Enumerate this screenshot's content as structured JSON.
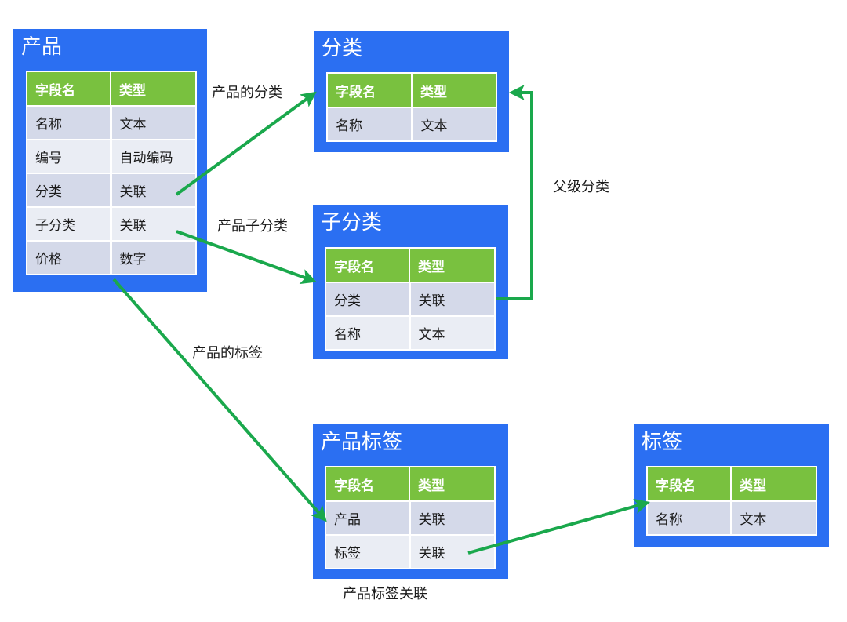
{
  "colors": {
    "entity_bg": "#2b6ff2",
    "header_bg": "#79c13f",
    "arrow": "#1aa84c"
  },
  "entities": {
    "product": {
      "title": "产品",
      "header": [
        "字段名",
        "类型"
      ],
      "rows": [
        [
          "名称",
          "文本"
        ],
        [
          "编号",
          "自动编码"
        ],
        [
          "分类",
          "关联"
        ],
        [
          "子分类",
          "关联"
        ],
        [
          "价格",
          "数字"
        ]
      ]
    },
    "category": {
      "title": "分类",
      "header": [
        "字段名",
        "类型"
      ],
      "rows": [
        [
          "名称",
          "文本"
        ]
      ]
    },
    "subcategory": {
      "title": "子分类",
      "header": [
        "字段名",
        "类型"
      ],
      "rows": [
        [
          "分类",
          "关联"
        ],
        [
          "名称",
          "文本"
        ]
      ]
    },
    "product_tag": {
      "title": "产品标签",
      "header": [
        "字段名",
        "类型"
      ],
      "rows": [
        [
          "产品",
          "关联"
        ],
        [
          "标签",
          "关联"
        ]
      ]
    },
    "tag": {
      "title": "标签",
      "header": [
        "字段名",
        "类型"
      ],
      "rows": [
        [
          "名称",
          "文本"
        ]
      ]
    }
  },
  "relations": {
    "product_category": "产品的分类",
    "product_subcategory": "产品子分类",
    "parent_category": "父级分类",
    "product_tags": "产品的标签",
    "product_tag_link": "产品标签关联"
  }
}
